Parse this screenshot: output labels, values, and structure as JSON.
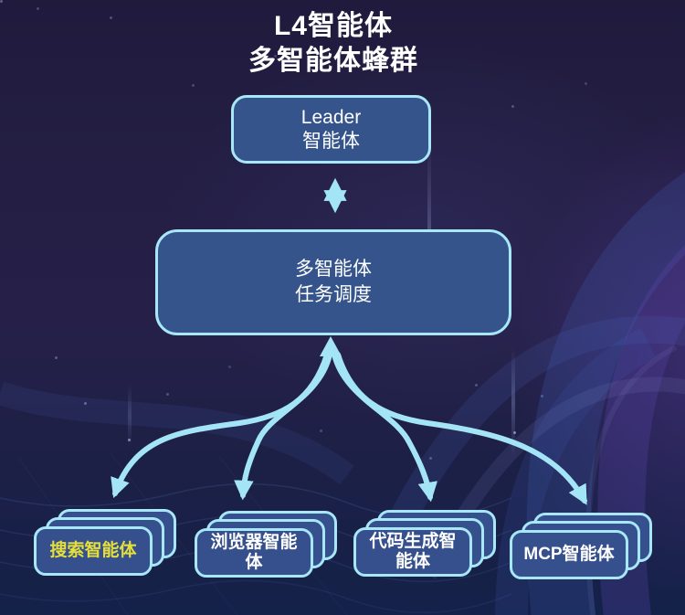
{
  "title": {
    "line1": "L4智能体",
    "line2": "多智能体蜂群"
  },
  "leader_box": {
    "line1": "Leader",
    "line2": "智能体"
  },
  "scheduler_box": {
    "line1": "多智能体",
    "line2": "任务调度"
  },
  "agent_stacks": [
    {
      "label": "搜索智能体",
      "text_color": "#e4df3a"
    },
    {
      "label": "浏览器智能体",
      "text_color": "#ffffff"
    },
    {
      "label": "代码生成智能体",
      "text_color": "#ffffff"
    },
    {
      "label": "MCP智能体",
      "text_color": "#ffffff"
    }
  ],
  "colors": {
    "node_fill": "#35548c",
    "node_border": "#a7e7f8",
    "arrow": "#a3e5f7",
    "background": "#231e44",
    "title_text": "#ffffff",
    "highlight_text": "#e4df3a"
  }
}
